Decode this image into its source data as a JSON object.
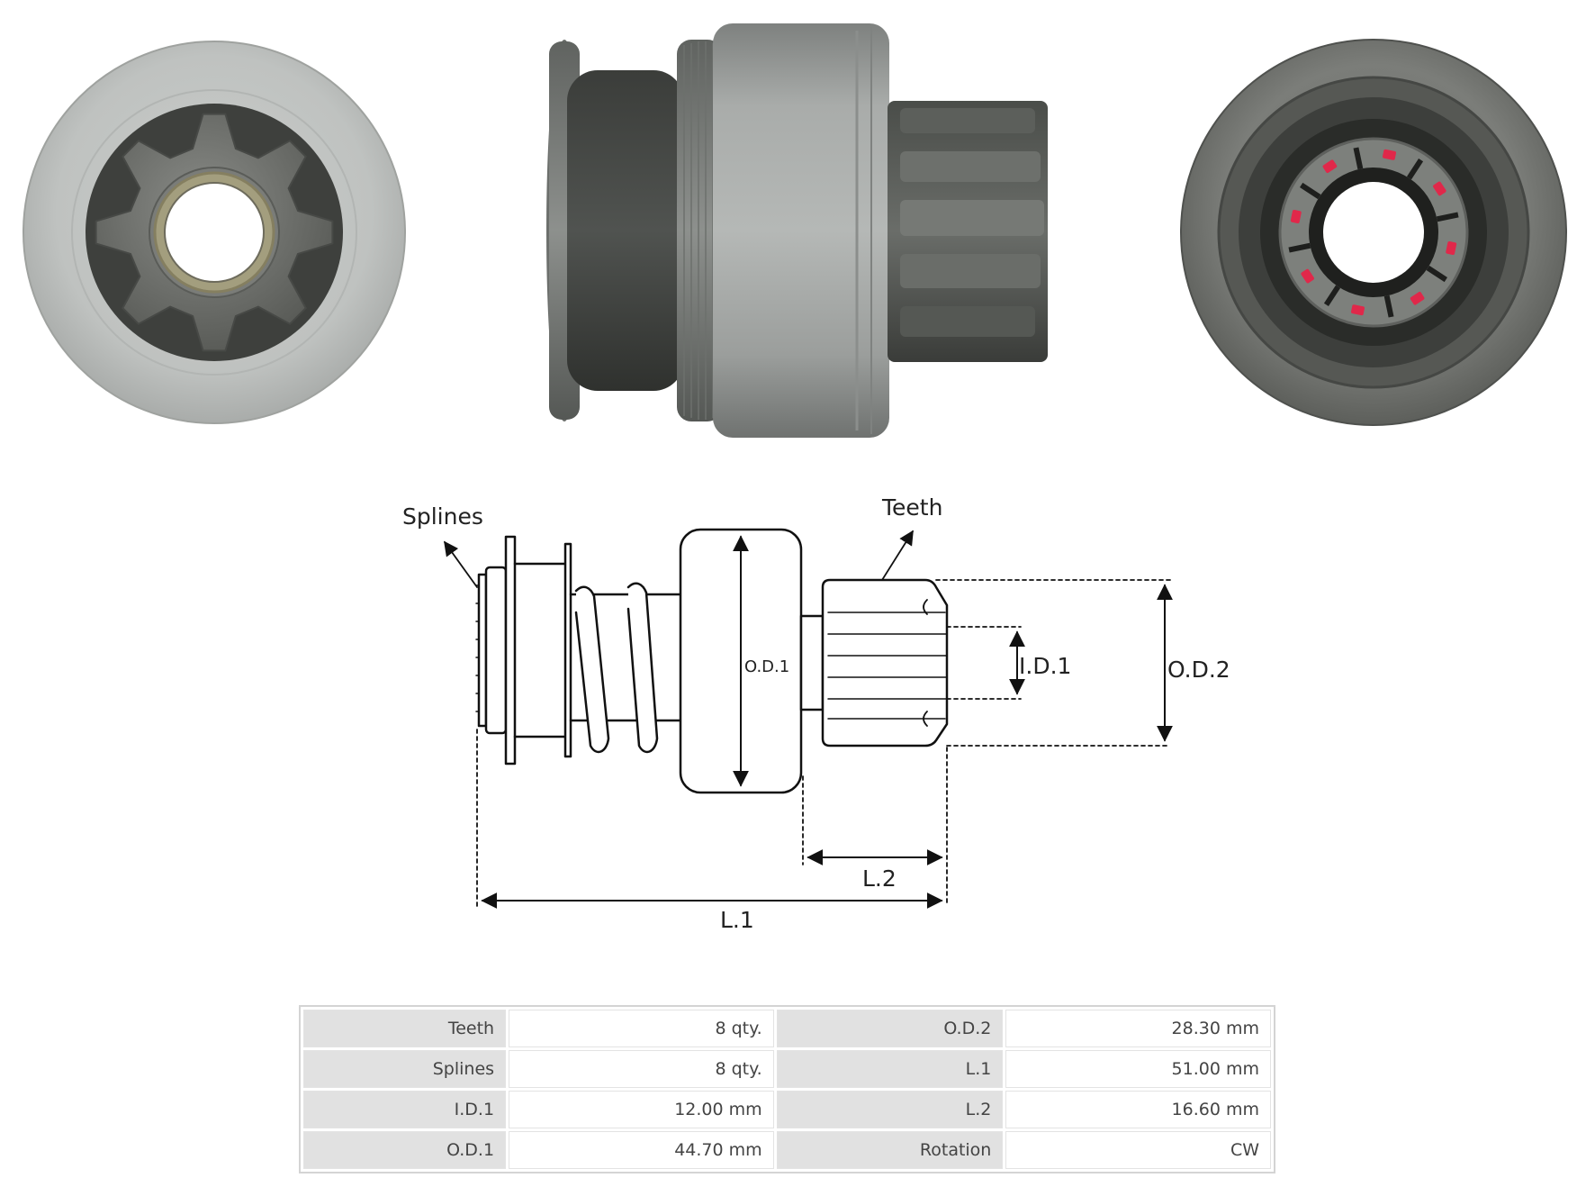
{
  "diagram": {
    "labels": {
      "splines": "Splines",
      "teeth": "Teeth",
      "od1": "O.D.1",
      "id1": "I.D.1",
      "od2": "O.D.2",
      "l2": "L.2",
      "l1": "L.1"
    },
    "accent_red": "#e0284a"
  },
  "specs": {
    "rows": [
      {
        "label1": "Teeth",
        "value1": "8 qty.",
        "label2": "O.D.2",
        "value2": "28.30 mm"
      },
      {
        "label1": "Splines",
        "value1": "8 qty.",
        "label2": "L.1",
        "value2": "51.00 mm"
      },
      {
        "label1": "I.D.1",
        "value1": "12.00 mm",
        "label2": "L.2",
        "value2": "16.60 mm"
      },
      {
        "label1": "O.D.1",
        "value1": "44.70 mm",
        "label2": "Rotation",
        "value2": "CW"
      }
    ]
  }
}
